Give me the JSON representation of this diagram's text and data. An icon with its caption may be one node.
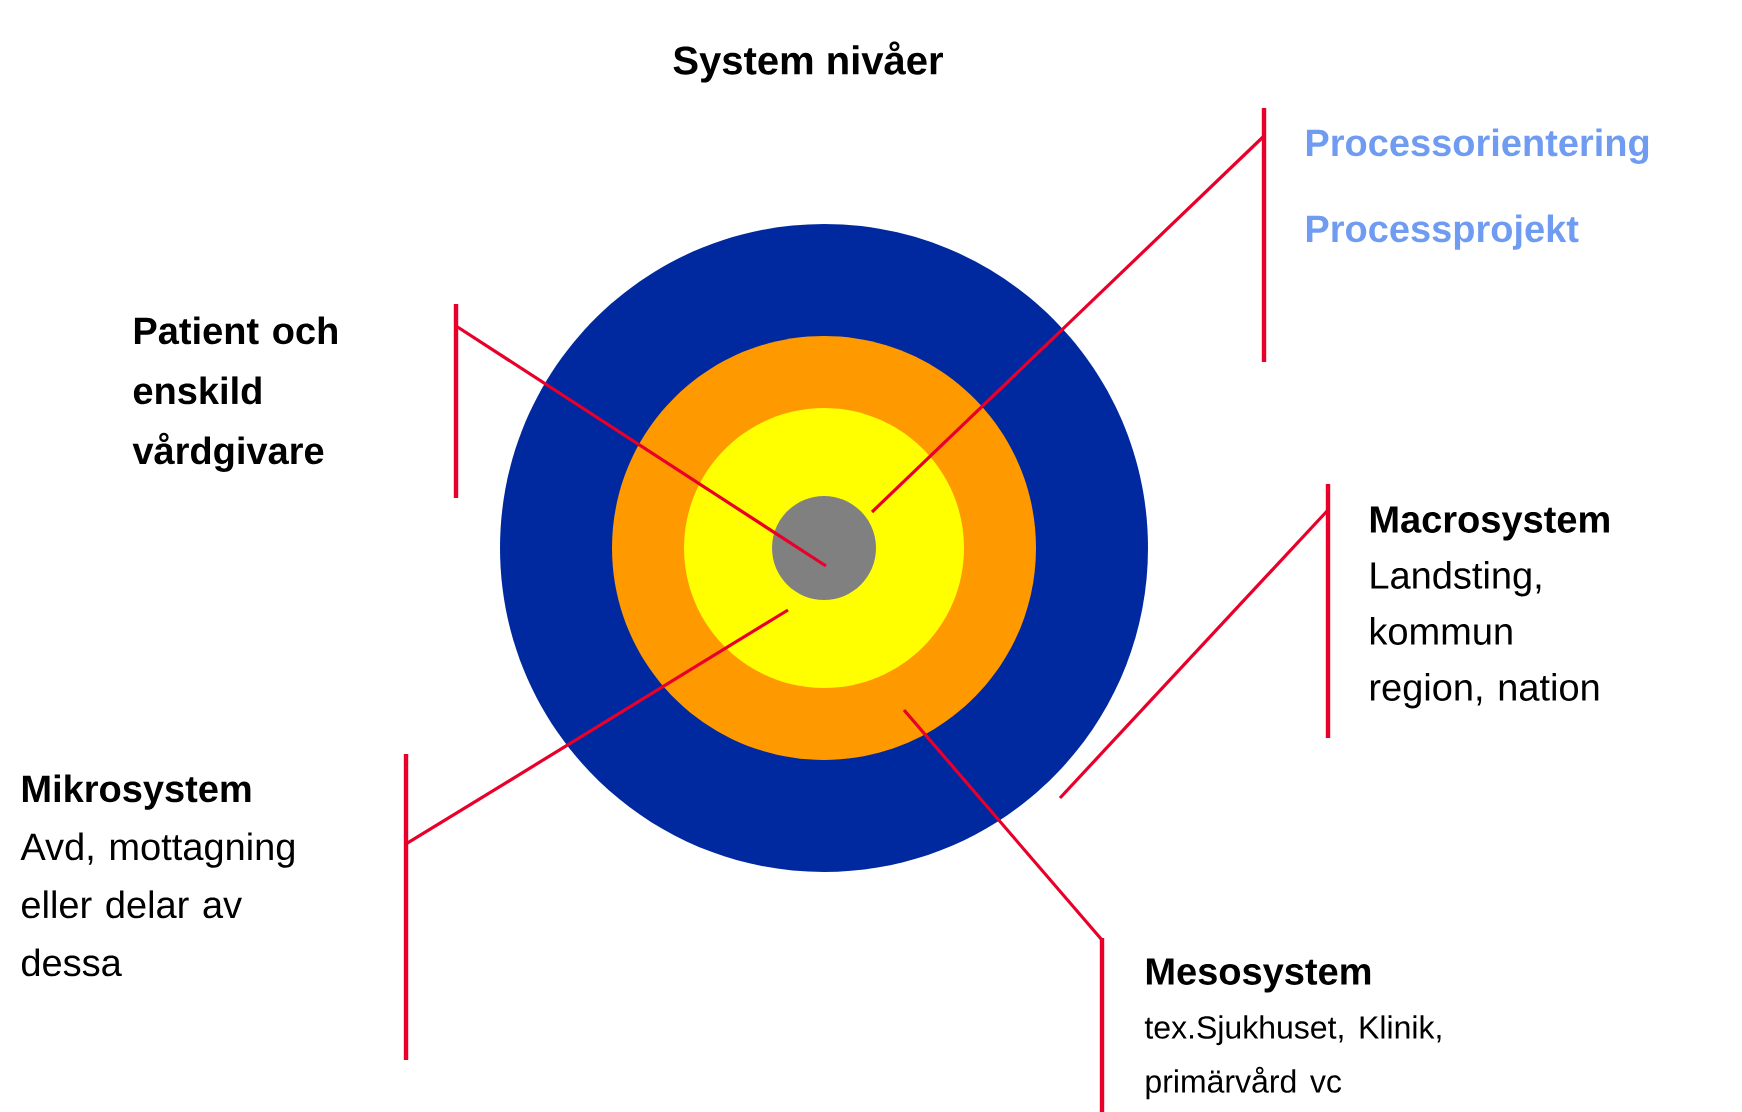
{
  "diagram": {
    "title": "System nivåer",
    "nodes": [
      {
        "text": [],
        "shape": "circle"
      },
      {
        "text": [],
        "shape": "circle",
        "in": 0
      },
      {
        "text": [],
        "shape": "circle",
        "in": 1
      },
      {
        "text": [],
        "shape": "circle",
        "in": 2
      },
      {
        "text": [
          "Patient och enskild vårdgivare"
        ]
      },
      {
        "text": [
          "Processorientering",
          "Processprojekt"
        ]
      },
      {
        "text": [
          "Macrosystem",
          "Landsting, kommun region, nation"
        ]
      },
      {
        "text": [
          "Mikrosystem",
          "Avd, mottagning eller delar av dessa"
        ]
      },
      {
        "text": [
          "Mesosystem",
          "tex.Sjukhuset, Klinik, primärvård vc"
        ]
      }
    ],
    "edges": [
      {
        "from": 4,
        "to": 3,
        "arrow": "none"
      },
      {
        "from": 5,
        "to": 2,
        "arrow": "none"
      },
      {
        "from": 6,
        "to": 0,
        "arrow": "none"
      },
      {
        "from": 7,
        "to": 2,
        "arrow": "none"
      },
      {
        "from": 8,
        "to": 1,
        "arrow": "none"
      }
    ]
  }
}
